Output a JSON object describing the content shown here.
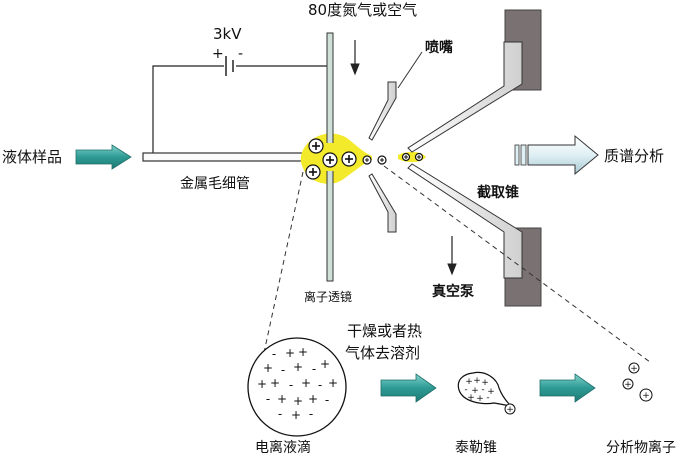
{
  "labels": {
    "gas": "80度氮气或空气",
    "voltage": "3kV",
    "plus": "+",
    "minus": "-",
    "nozzle": "喷嘴",
    "liquid_sample": "液体样品",
    "capillary": "金属毛细管",
    "mass_spec": "质谱分析",
    "skimmer": "截取锥",
    "ion_lens": "离子透镜",
    "vacuum_pump": "真空泵",
    "drying_line1": "干燥或者热",
    "drying_line2": "气体去溶剂",
    "droplet": "电离液滴",
    "taylor_cone": "泰勒锥",
    "analyte_ions": "分析物离子"
  },
  "colors": {
    "arrow_teal": "#2e9a94",
    "arrow_light": "#d6eaf0",
    "plume": "#f4ea2c",
    "cone_gray": "#7a7272",
    "lens_green": "#cfe0d9"
  },
  "icons": {
    "positive_ion": "plus-in-circle",
    "negative_charge": "minus-sign"
  }
}
